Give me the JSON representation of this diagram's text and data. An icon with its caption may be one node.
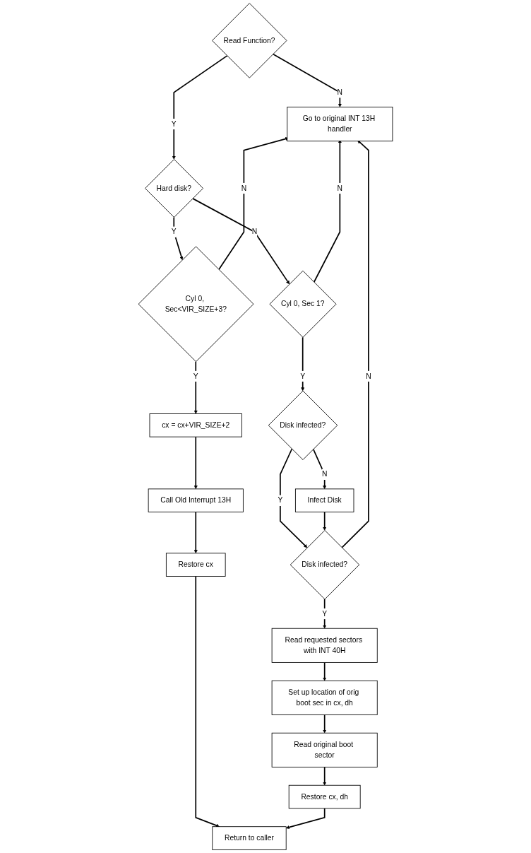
{
  "diagram": {
    "nodes": [
      {
        "text": [
          "Read Function?"
        ]
      },
      {
        "text": [
          "Go to original INT 13H handler"
        ]
      },
      {
        "text": [
          "Hard disk?"
        ]
      },
      {
        "text": [
          "Cyl 0, Sec<VIR_SIZE+3?"
        ]
      },
      {
        "text": [
          "Cyl 0, Sec 1?"
        ]
      },
      {
        "text": [
          "cx = cx+VIR_SIZE+2"
        ]
      },
      {
        "text": [
          "Disk infected?"
        ]
      },
      {
        "text": [
          "Call Old Interrupt 13H"
        ]
      },
      {
        "text": [
          "Infect Disk"
        ]
      },
      {
        "text": [
          "Restore cx"
        ]
      },
      {
        "text": [
          "Disk infected?"
        ]
      },
      {
        "text": [
          "Read requested sectors with INT 40H"
        ]
      },
      {
        "text": [
          "Set up location of orig boot sec in cx, dh"
        ]
      },
      {
        "text": [
          "Read original boot sector"
        ]
      },
      {
        "text": [
          "Restore cx, dh"
        ]
      },
      {
        "text": [
          "Return to caller"
        ]
      }
    ],
    "edges": [
      {
        "from": 0,
        "to": 1,
        "arrow": "to",
        "label": "N"
      },
      {
        "from": 0,
        "to": 2,
        "arrow": "to",
        "label": "Y"
      },
      {
        "from": 2,
        "to": 3,
        "arrow": "to",
        "label": "Y"
      },
      {
        "from": 2,
        "to": 4,
        "arrow": "to",
        "label": "N"
      },
      {
        "from": 3,
        "to": 1,
        "arrow": "to",
        "label": "N"
      },
      {
        "from": 3,
        "to": 5,
        "arrow": "to",
        "label": "Y"
      },
      {
        "from": 4,
        "to": 1,
        "arrow": "to",
        "label": "N"
      },
      {
        "from": 4,
        "to": 6,
        "arrow": "to",
        "label": "Y"
      },
      {
        "from": 6,
        "to": 8,
        "arrow": "to",
        "label": "N"
      },
      {
        "from": 6,
        "to": 10,
        "arrow": "to",
        "label": "Y"
      },
      {
        "from": 8,
        "to": 10,
        "arrow": "to"
      },
      {
        "from": 10,
        "to": 11,
        "arrow": "to",
        "label": "Y"
      },
      {
        "from": 10,
        "to": 1,
        "arrow": "to",
        "label": "N"
      },
      {
        "from": 5,
        "to": 7,
        "arrow": "to"
      },
      {
        "from": 7,
        "to": 9,
        "arrow": "to"
      },
      {
        "from": 9,
        "to": 15,
        "arrow": "to"
      },
      {
        "from": 11,
        "to": 12,
        "arrow": "to"
      },
      {
        "from": 12,
        "to": 13,
        "arrow": "to"
      },
      {
        "from": 13,
        "to": 14,
        "arrow": "to"
      },
      {
        "from": 14,
        "to": 15,
        "arrow": "to"
      }
    ]
  }
}
